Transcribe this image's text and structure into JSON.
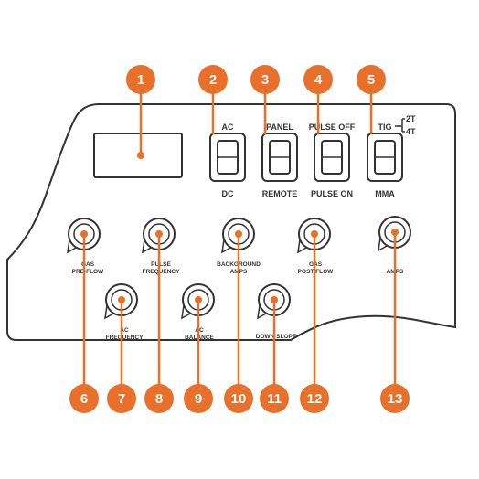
{
  "colors": {
    "accent": "#E8702A",
    "line": "#333333",
    "background": "#FFFFFF"
  },
  "switches": [
    {
      "top": "AC",
      "bottom": "DC"
    },
    {
      "top": "PANEL",
      "bottom": "REMOTE"
    },
    {
      "top": "PULSE OFF",
      "bottom": "PULSE ON"
    },
    {
      "top": "TIG",
      "bottom": "MMA",
      "aux_top": "2T",
      "aux_bottom": "4T"
    }
  ],
  "knobs_top": [
    {
      "line1": "GAS",
      "line2": "PRE-FLOW"
    },
    {
      "line1": "PULSE",
      "line2": "FREQUENCY"
    },
    {
      "line1": "BACKGROUND",
      "line2": "AMPS"
    },
    {
      "line1": "GAS",
      "line2": "POST FLOW"
    },
    {
      "line1": "AMPS",
      "line2": ""
    }
  ],
  "knobs_bottom": [
    {
      "line1": "AC",
      "line2": "FREQUENCY"
    },
    {
      "line1": "AC",
      "line2": "BALANCE"
    },
    {
      "line1": "DOWN SLOPE",
      "line2": ""
    }
  ],
  "callouts_top": [
    "1",
    "2",
    "3",
    "4",
    "5"
  ],
  "callouts_bottom": [
    "6",
    "7",
    "8",
    "9",
    "10",
    "11",
    "12",
    "13"
  ]
}
